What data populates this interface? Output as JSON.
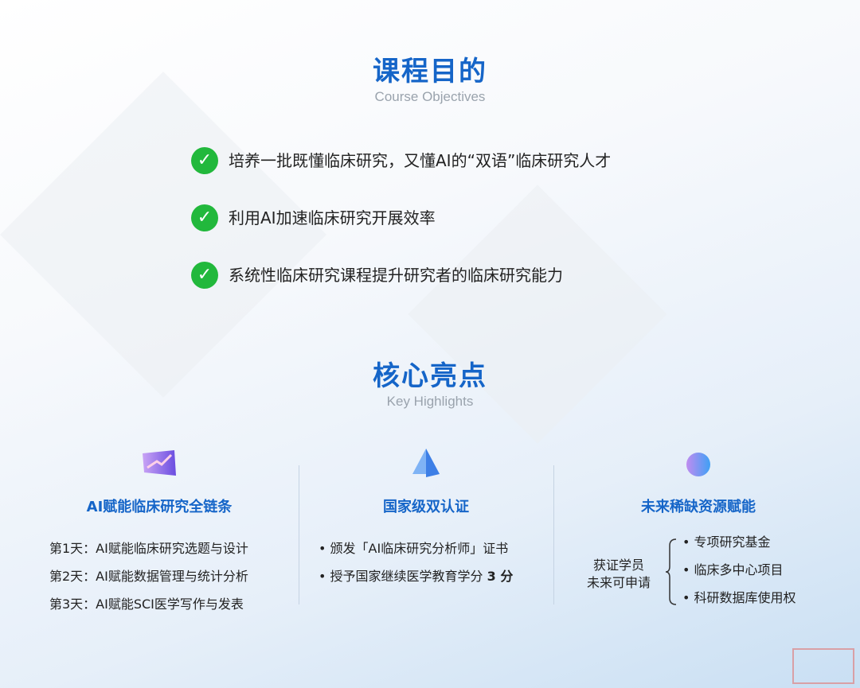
{
  "objectives": {
    "title": "课程目的",
    "subtitle": "Course Objectives",
    "items": [
      "培养一批既懂临床研究，又懂AI的“双语”临床研究人才",
      "利用AI加速临床研究开展效率",
      "系统性临床研究课程提升研究者的临床研究能力"
    ]
  },
  "highlights": {
    "title": "核心亮点",
    "subtitle": "Key Highlights",
    "col1": {
      "title": "AI赋能临床研究全链条",
      "items": [
        "第1天：AI赋能临床研究选题与设计",
        "第2天：AI赋能数据管理与统计分析",
        "第3天：AI赋能SCI医学写作与发表"
      ]
    },
    "col2": {
      "title": "国家级双认证",
      "item1": "• 颁发「AI临床研究分析师」证书",
      "item2_pre": "• 授予国家继续医学教育学分 ",
      "item2_bold": "3 分"
    },
    "col3": {
      "title": "未来稀缺资源赋能",
      "left1": "获证学员",
      "left2": "未来可申请",
      "items": [
        "• 专项研究基金",
        "• 临床多中心项目",
        "• 科研数据库使用权"
      ]
    }
  },
  "colors": {
    "accent": "#1565c8",
    "check": "#22b83c"
  }
}
